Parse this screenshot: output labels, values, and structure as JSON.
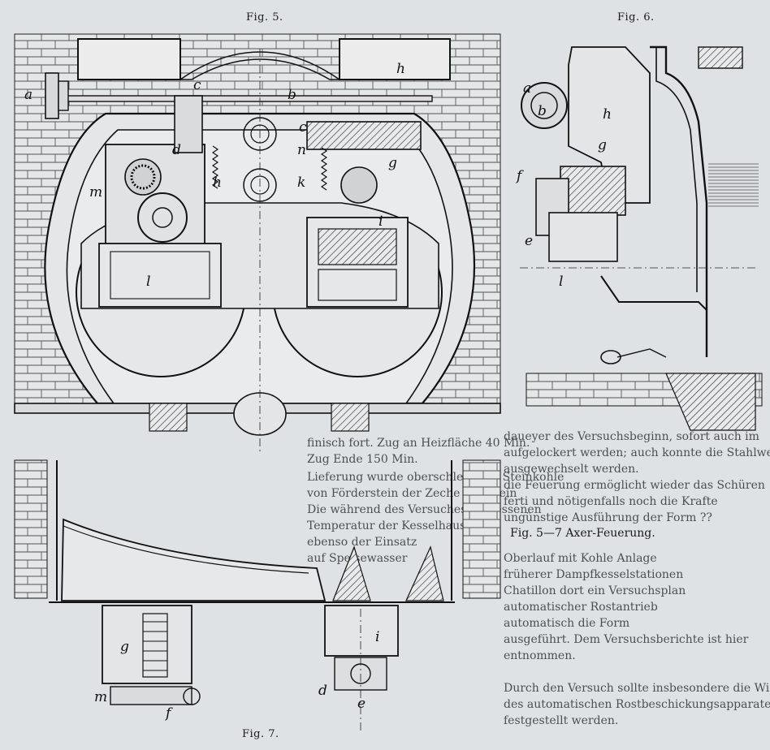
{
  "figures": {
    "fig5": {
      "label": "Fig. 5."
    },
    "fig6": {
      "label": "Fig. 6."
    },
    "fig7": {
      "label": "Fig. 7."
    }
  },
  "caption": "Fig. 5—7  Axer-Feuerung.",
  "part_labels": {
    "fig5": [
      "a",
      "b",
      "c",
      "c",
      "d",
      "h",
      "k",
      "m",
      "n",
      "g",
      "i",
      "l",
      "h"
    ],
    "fig6": [
      "a",
      "b",
      "h",
      "g",
      "f",
      "e",
      "l"
    ],
    "fig7": [
      "g",
      "i",
      "d",
      "m",
      "f",
      "e"
    ]
  },
  "background_text": [
    "finisch fort. Zug an Heizfläche 40 Min.",
    "Zug Ende 150 Min.",
    "Lieferung wurde oberschlesische Steinkohle",
    "von Förderstein der Zeche Österlein",
    "Die während des Versuches gemessenen",
    "Temperatur der Kesselhaus",
    "ebenso der Einsatz",
    "auf Speisewasser",
    "daueyer des Versuchsbeginn, sofort auch im",
    "aufgelockert werden; auch konnte die Stahlwelle",
    "ausgewechselt werden.",
    "die Feuerung ermöglicht wieder das Schüren",
    "ferti und nötigenfalls noch die Krafte",
    "ungünstige Ausführung der Form ??",
    "Oberlauf mit Kohle Anlage",
    "früherer Dampfkesselstationen",
    "Chatillon dort ein Versuchsplan",
    "automatischer Rostantrieb",
    "automatisch die Form",
    "ausgeführt. Dem Versuchsberichte ist hier",
    "entnommen.",
    "Durch den Versuch sollte insbesondere die Wirkung",
    "des automatischen Rostbeschickungsapparates",
    "festgestellt werden."
  ],
  "colors": {
    "paper": "#dfe2e4",
    "ink": "#1a1a1a",
    "faint_text": "#4b4f53"
  }
}
